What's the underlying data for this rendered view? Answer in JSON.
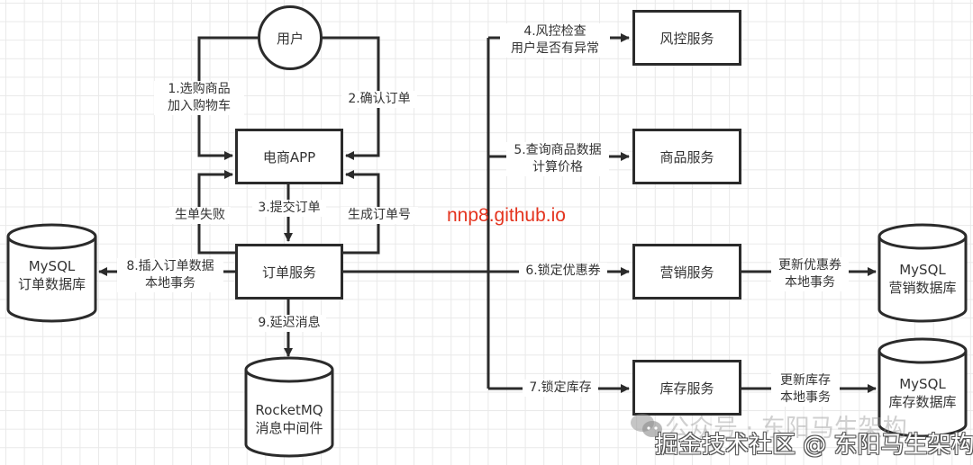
{
  "nodes": {
    "user": "用户",
    "app": "电商APP",
    "order_service": "订单服务",
    "risk_service": "风控服务",
    "product_service": "商品服务",
    "marketing_service": "营销服务",
    "inventory_service": "库存服务",
    "order_db": {
      "line1": "MySQL",
      "line2": "订单数据库"
    },
    "mq": {
      "line1": "RocketMQ",
      "line2": "消息中间件"
    },
    "marketing_db": {
      "line1": "MySQL",
      "line2": "营销数据库"
    },
    "inventory_db": {
      "line1": "MySQL",
      "line2": "库存数据库"
    }
  },
  "edges": {
    "step1": {
      "line1": "1.选购商品",
      "line2": "加入购物车"
    },
    "step2": "2.确认订单",
    "step3": "3.提交订单",
    "fail": "生单失败",
    "gen_no": "生成订单号",
    "step4": {
      "line1": "4.风控检查",
      "line2": "用户是否有异常"
    },
    "step5": {
      "line1": "5.查询商品数据",
      "line2": "计算价格"
    },
    "step6": "6.锁定优惠券",
    "step7": "7.锁定库存",
    "step8": {
      "line1": "8.插入订单数据",
      "line2": "本地事务"
    },
    "step9": "9.延迟消息",
    "coupon_tx": {
      "line1": "更新优惠券",
      "line2": "本地事务"
    },
    "stock_tx": {
      "line1": "更新库存",
      "line2": "本地事务"
    }
  },
  "watermarks": {
    "site": "nnp8.github.io",
    "wechat": "公众号 · 东阳马生架构",
    "juejin": "掘金技术社区 @ 东阳马生架构"
  },
  "colors": {
    "stroke": "#2b2b2b",
    "watermark_red": "#e4341f"
  }
}
